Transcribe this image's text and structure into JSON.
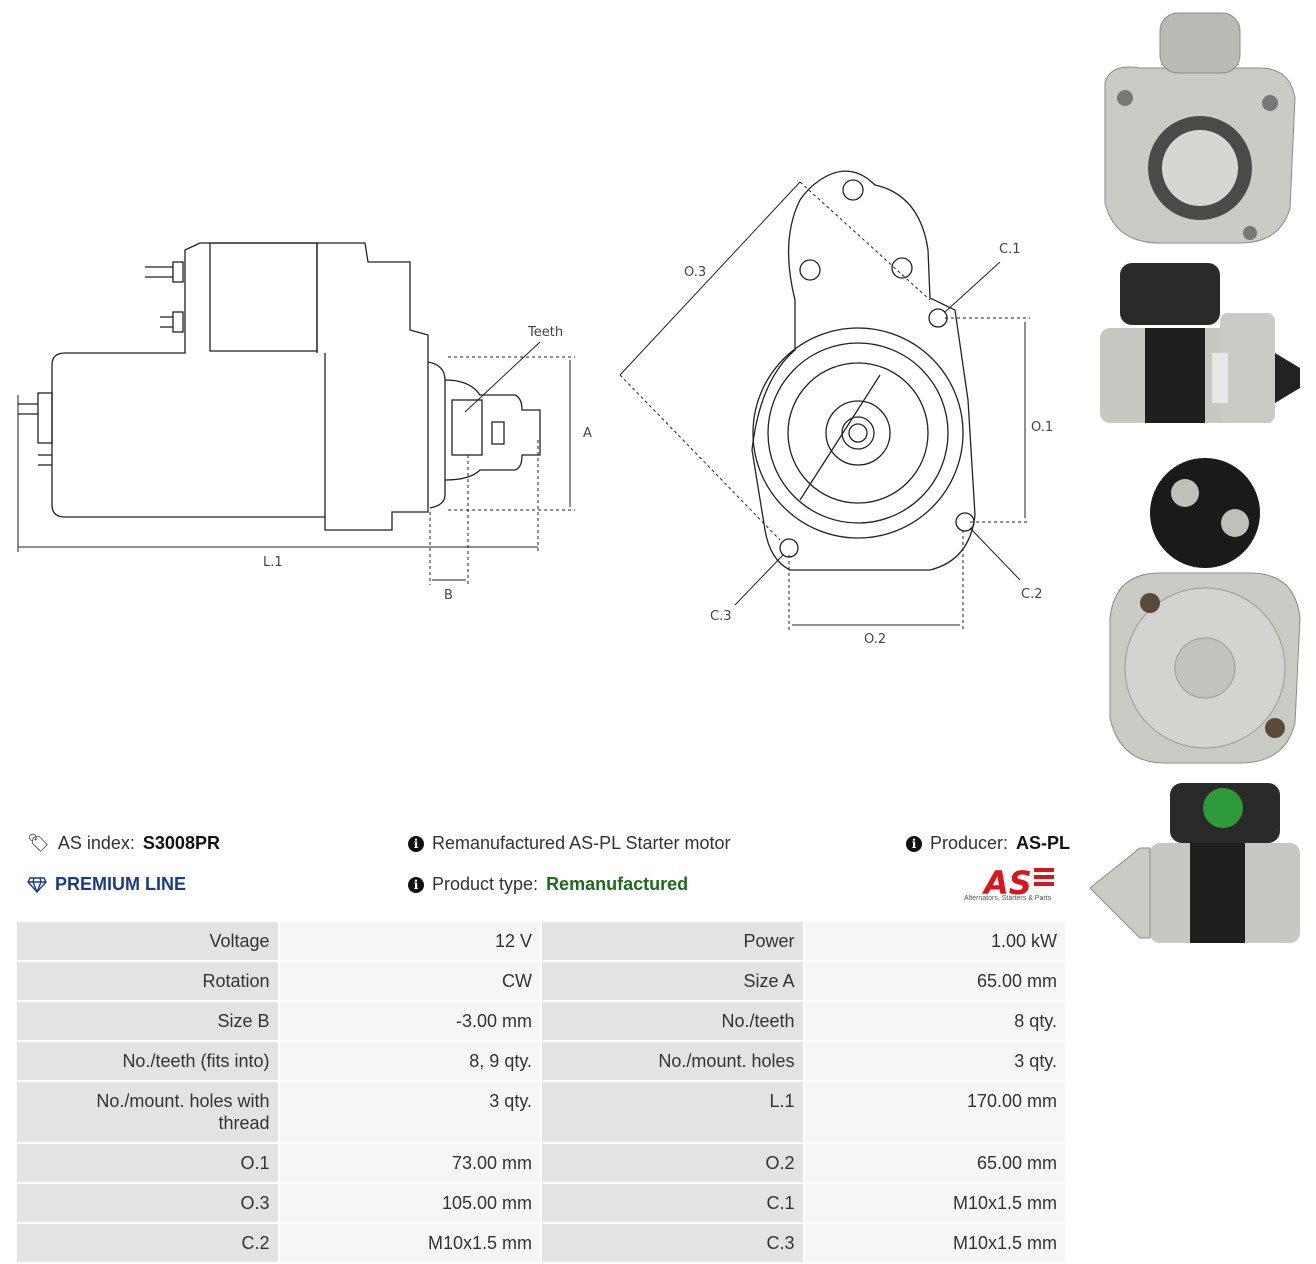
{
  "drawing": {
    "teeth_label": "Teeth",
    "dims": {
      "A": "A",
      "B": "B",
      "L1": "L.1",
      "O1": "O.1",
      "O2": "O.2",
      "O3": "O.3",
      "C1": "C.1",
      "C2": "C.2",
      "C3": "C.3"
    }
  },
  "header": {
    "as_index_label": "AS index:",
    "as_index_value": "S3008PR",
    "premium_line": "PREMIUM LINE",
    "description": "Remanufactured AS-PL Starter motor",
    "product_type_label": "Product type:",
    "product_type_value": "Remanufactured",
    "producer_label": "Producer:",
    "producer_value": "AS-PL",
    "logo_text": "AS",
    "logo_tagline": "Alternators, Starters & Parts"
  },
  "specs": [
    {
      "label1": "Voltage",
      "value1": "12 V",
      "label2": "Power",
      "value2": "1.00 kW"
    },
    {
      "label1": "Rotation",
      "value1": "CW",
      "label2": "Size A",
      "value2": "65.00 mm"
    },
    {
      "label1": "Size B",
      "value1": "-3.00 mm",
      "label2": "No./teeth",
      "value2": "8 qty."
    },
    {
      "label1": "No./teeth (fits into)",
      "value1": "8, 9 qty.",
      "label2": "No./mount. holes",
      "value2": "3 qty."
    },
    {
      "label1": "No./mount. holes with thread",
      "value1": "3 qty.",
      "label2": "L.1",
      "value2": "170.00 mm"
    },
    {
      "label1": "O.1",
      "value1": "73.00 mm",
      "label2": "O.2",
      "value2": "65.00 mm"
    },
    {
      "label1": "O.3",
      "value1": "105.00 mm",
      "label2": "C.1",
      "value2": "M10x1.5 mm"
    },
    {
      "label1": "C.2",
      "value1": "M10x1.5 mm",
      "label2": "C.3",
      "value2": "M10x1.5 mm"
    }
  ],
  "colors": {
    "premium": "#1a3a8c",
    "green": "#1d6b1d",
    "logo_red": "#d8141c",
    "label_bg": "#e3e3e3",
    "value_bg": "#f6f6f6"
  }
}
